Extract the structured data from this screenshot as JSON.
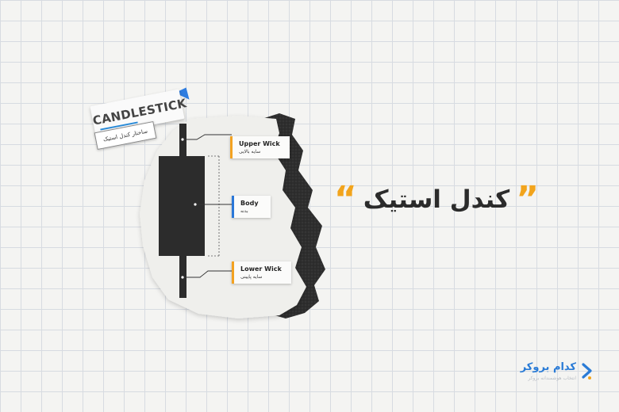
{
  "badge": {
    "title": "CANDLESTICK",
    "subtitle": "ساختار کندل استیک"
  },
  "diagram": {
    "upper_wick": {
      "en": "Upper Wick",
      "fa": "سایه بالایی"
    },
    "body": {
      "en": "Body",
      "fa": "بدنه"
    },
    "lower_wick": {
      "en": "Lower Wick",
      "fa": "سایه پایینی"
    }
  },
  "headline": {
    "text": "کندل استیک",
    "quote_open": "”",
    "quote_close": "“"
  },
  "brand": {
    "name": "کدام بروکر",
    "tagline": "انتخاب هوشمندانه بروکر"
  },
  "colors": {
    "accent_orange": "#f2a41c",
    "accent_blue": "#2a77d8",
    "candle": "#2c2c2c",
    "headline": "#2b2b2b"
  }
}
